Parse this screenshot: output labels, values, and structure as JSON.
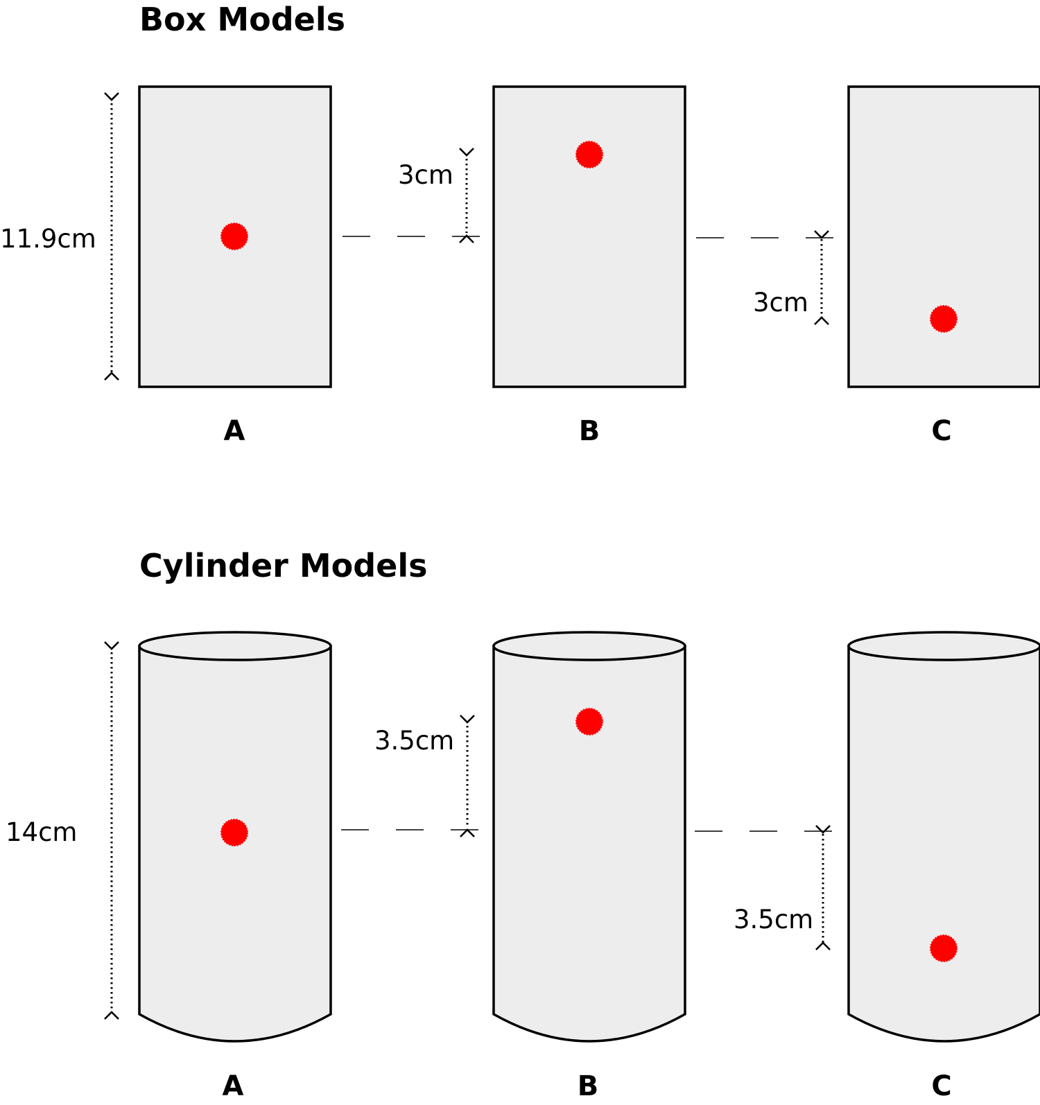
{
  "box_section": {
    "title": "Box Models",
    "labels": [
      "A",
      "B",
      "C"
    ],
    "height_label": "11.9cm",
    "offset_b_label": "3cm",
    "offset_c_label": "3cm"
  },
  "cylinder_section": {
    "title": "Cylinder Models",
    "labels": [
      "A",
      "B",
      "C"
    ],
    "height_label": "14cm",
    "offset_b_label": "3.5cm",
    "offset_c_label": "3.5cm"
  },
  "colors": {
    "shape_fill": "#ededed",
    "marker": "#ff0000"
  }
}
